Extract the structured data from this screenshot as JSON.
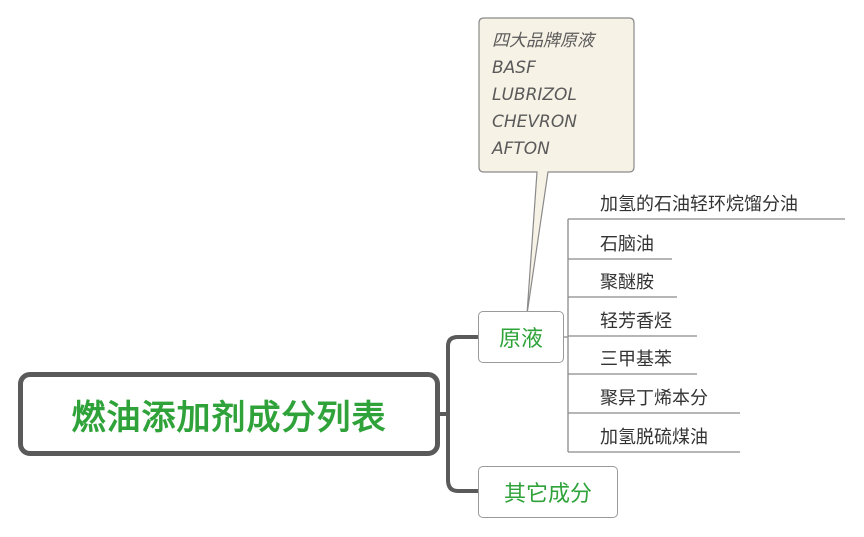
{
  "root": {
    "title": "燃油添加剂成分列表"
  },
  "branches": {
    "yuanye": {
      "label": "原液"
    },
    "qita": {
      "label": "其它成分"
    }
  },
  "callout": {
    "lines": [
      "四大品牌原液",
      "BASF",
      "LUBRIZOL",
      "CHEVRON",
      "AFTON"
    ]
  },
  "leaves": [
    "加氢的石油轻环烷馏分油",
    "石脑油",
    "聚醚胺",
    "轻芳香烃",
    "三甲基苯",
    "聚异丁烯本分",
    "加氢脱硫煤油"
  ],
  "colors": {
    "root_text": "#2fa33a",
    "branch_text": "#2fa33a",
    "callout_bg": "#f7f2e6",
    "connector": "#5a5a5a"
  }
}
